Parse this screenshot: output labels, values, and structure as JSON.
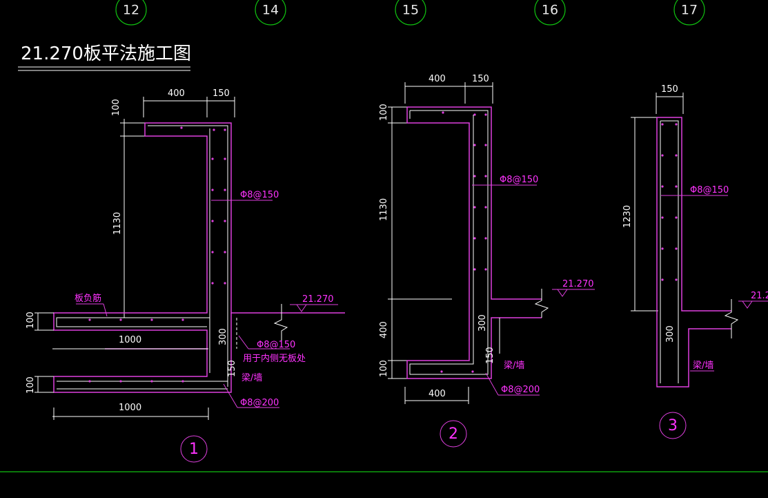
{
  "title": "21.270板平法施工图",
  "grid_axes": [
    "12",
    "14",
    "15",
    "16",
    "17"
  ],
  "detail1": {
    "marker": "1",
    "dim_top_left": "400",
    "dim_top_right": "150",
    "dim_cap": "100",
    "dim_height": "1130",
    "dim_slab1": "100",
    "dim_slab2": "100",
    "dim_len1": "1000",
    "dim_len2": "1000",
    "dim_300": "300",
    "dim_150": "150",
    "rebar_wall": "Φ8@150",
    "rebar_slab": "Φ8@150",
    "rebar_slab_note": "用于内侧无板处",
    "rebar_bottom": "Φ8@200",
    "label_slab_rebar": "板负筋",
    "label_beam": "梁/墙",
    "elevation": "21.270"
  },
  "detail2": {
    "marker": "2",
    "dim_top_left": "400",
    "dim_top_right": "150",
    "dim_cap": "100",
    "dim_height": "1130",
    "dim_lower": "400",
    "dim_base": "100",
    "dim_bottom_len": "400",
    "dim_300": "300",
    "dim_150": "150",
    "rebar_wall": "Φ8@150",
    "rebar_bottom": "Φ8@200",
    "label_beam": "梁/墙",
    "elevation": "21.270"
  },
  "detail3": {
    "marker": "3",
    "dim_top": "150",
    "dim_height": "1230",
    "dim_300": "300",
    "rebar_wall": "Φ8@150",
    "label_beam": "梁/墙",
    "elevation": "21.2"
  }
}
